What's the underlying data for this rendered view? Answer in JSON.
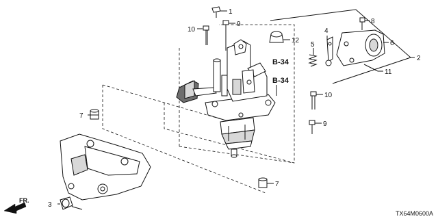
{
  "callouts": {
    "c1": "1",
    "c2": "2",
    "c3": "3",
    "c4": "4",
    "c5": "5",
    "c6": "6",
    "c7a": "7",
    "c7b": "7",
    "c8": "8",
    "c9a": "9",
    "c9b": "9",
    "c10a": "10",
    "c10b": "10",
    "c11": "11",
    "c12": "12"
  },
  "references": {
    "r1": "B-34",
    "r2": "B-34"
  },
  "direction": "FR.",
  "diagram_code": "TX64M0600A"
}
